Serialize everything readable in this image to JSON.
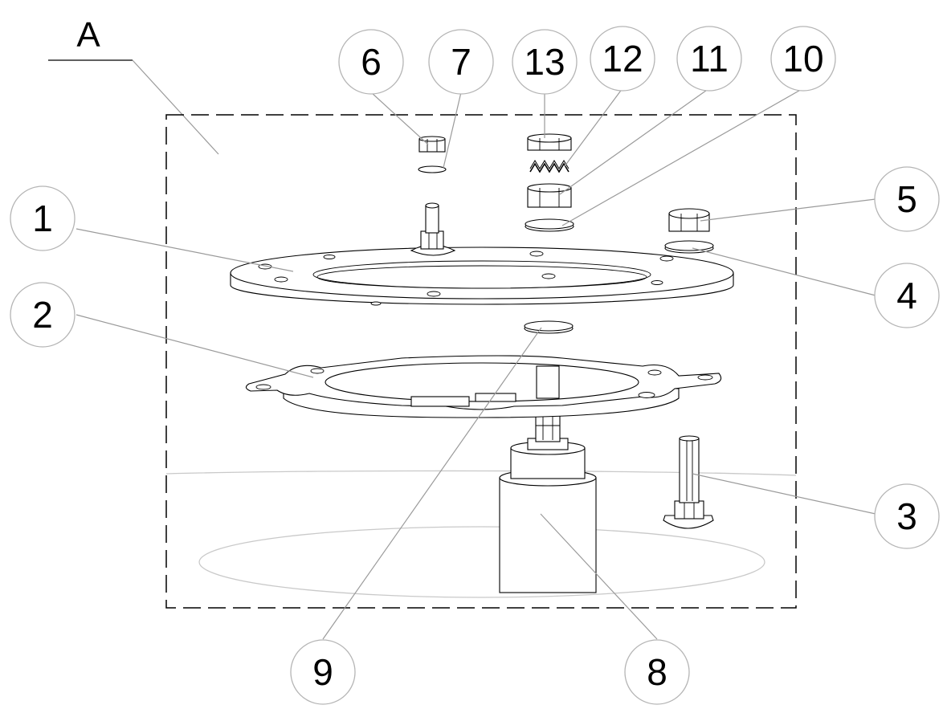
{
  "view_label": "A",
  "balloons": [
    {
      "id": "b1",
      "label": "1"
    },
    {
      "id": "b2",
      "label": "2"
    },
    {
      "id": "b3",
      "label": "3"
    },
    {
      "id": "b4",
      "label": "4"
    },
    {
      "id": "b5",
      "label": "5"
    },
    {
      "id": "b6",
      "label": "6"
    },
    {
      "id": "b7",
      "label": "7"
    },
    {
      "id": "b8",
      "label": "8"
    },
    {
      "id": "b9",
      "label": "9"
    },
    {
      "id": "b10",
      "label": "10"
    },
    {
      "id": "b11",
      "label": "11"
    },
    {
      "id": "b12",
      "label": "12"
    },
    {
      "id": "b13",
      "label": "13"
    }
  ],
  "colors": {
    "line": "#000000",
    "leader": "#9a9a9a",
    "balloon_outline": "#b5b5b5",
    "ground": "#c9c9c9",
    "background": "#ffffff"
  }
}
